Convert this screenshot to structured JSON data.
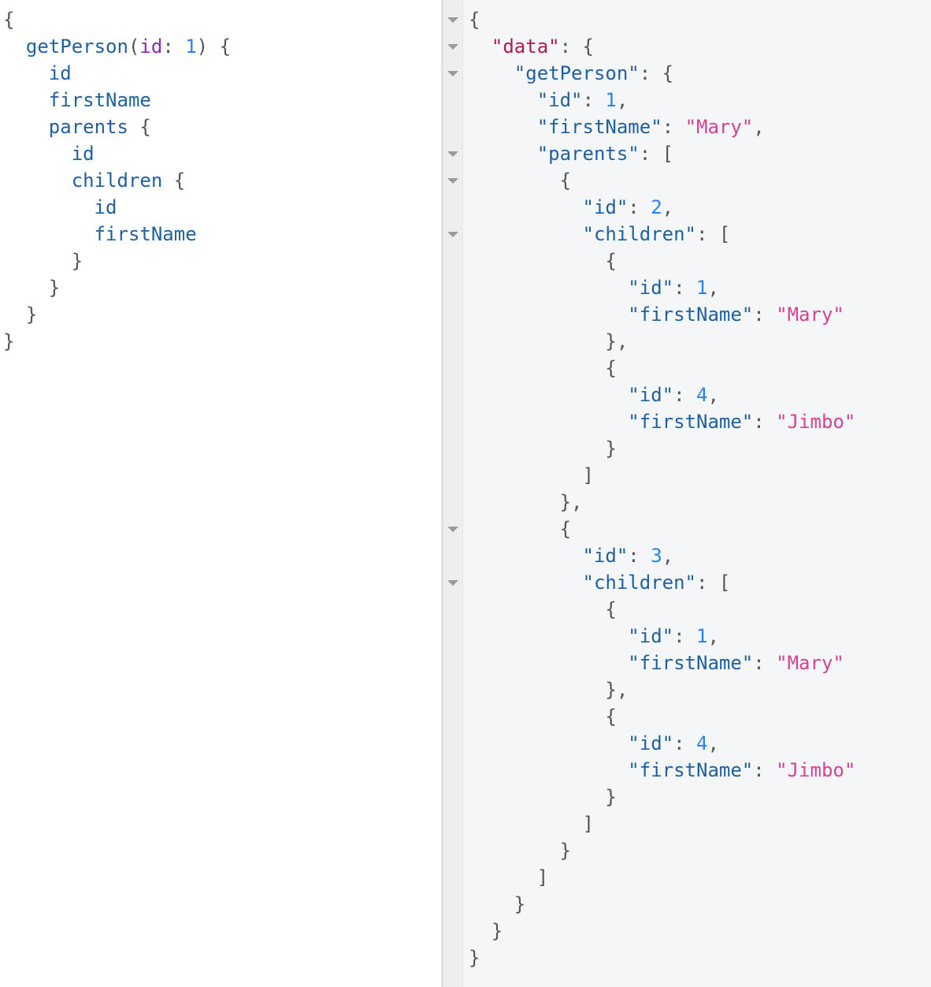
{
  "colors": {
    "field": "#1f61a0",
    "argument": "#8b2bb9",
    "number": "#2882f9",
    "root_key": "#b11a4a",
    "string": "#d64292",
    "punctuation": "#555555",
    "result_background": "#f5f6f8",
    "gutter_background": "#eeeeee"
  },
  "query_editor": {
    "lines": [
      {
        "indent": "",
        "tokens": [
          {
            "t": "{",
            "c": "punct"
          }
        ]
      },
      {
        "indent": "  ",
        "tokens": [
          {
            "t": "getPerson",
            "c": "field"
          },
          {
            "t": "(",
            "c": "punct"
          },
          {
            "t": "id",
            "c": "arg"
          },
          {
            "t": ": ",
            "c": "punct"
          },
          {
            "t": "1",
            "c": "num"
          },
          {
            "t": ") {",
            "c": "punct"
          }
        ]
      },
      {
        "indent": "    ",
        "tokens": [
          {
            "t": "id",
            "c": "field"
          }
        ]
      },
      {
        "indent": "    ",
        "tokens": [
          {
            "t": "firstName",
            "c": "field"
          }
        ]
      },
      {
        "indent": "    ",
        "tokens": [
          {
            "t": "parents",
            "c": "field"
          },
          {
            "t": " {",
            "c": "punct"
          }
        ]
      },
      {
        "indent": "      ",
        "tokens": [
          {
            "t": "id",
            "c": "field"
          }
        ]
      },
      {
        "indent": "      ",
        "tokens": [
          {
            "t": "children",
            "c": "field"
          },
          {
            "t": " {",
            "c": "punct"
          }
        ]
      },
      {
        "indent": "        ",
        "tokens": [
          {
            "t": "id",
            "c": "field"
          }
        ]
      },
      {
        "indent": "        ",
        "tokens": [
          {
            "t": "firstName",
            "c": "field"
          }
        ]
      },
      {
        "indent": "      ",
        "tokens": [
          {
            "t": "}",
            "c": "punct"
          }
        ]
      },
      {
        "indent": "    ",
        "tokens": [
          {
            "t": "}",
            "c": "punct"
          }
        ]
      },
      {
        "indent": "  ",
        "tokens": [
          {
            "t": "}",
            "c": "punct"
          }
        ]
      },
      {
        "indent": "",
        "tokens": [
          {
            "t": "}",
            "c": "punct"
          }
        ]
      }
    ]
  },
  "result_viewer": {
    "fold_markers_at_lines": [
      0,
      1,
      2,
      5,
      6,
      8,
      19,
      21
    ],
    "lines": [
      {
        "indent": "",
        "tokens": [
          {
            "t": "{",
            "c": "punct"
          }
        ]
      },
      {
        "indent": "  ",
        "tokens": [
          {
            "t": "\"data\"",
            "c": "key-root"
          },
          {
            "t": ": {",
            "c": "punct"
          }
        ]
      },
      {
        "indent": "    ",
        "tokens": [
          {
            "t": "\"getPerson\"",
            "c": "key"
          },
          {
            "t": ": {",
            "c": "punct"
          }
        ]
      },
      {
        "indent": "      ",
        "tokens": [
          {
            "t": "\"id\"",
            "c": "key"
          },
          {
            "t": ": ",
            "c": "punct"
          },
          {
            "t": "1",
            "c": "num"
          },
          {
            "t": ",",
            "c": "punct"
          }
        ]
      },
      {
        "indent": "      ",
        "tokens": [
          {
            "t": "\"firstName\"",
            "c": "key"
          },
          {
            "t": ": ",
            "c": "punct"
          },
          {
            "t": "\"Mary\"",
            "c": "str"
          },
          {
            "t": ",",
            "c": "punct"
          }
        ]
      },
      {
        "indent": "      ",
        "tokens": [
          {
            "t": "\"parents\"",
            "c": "key"
          },
          {
            "t": ": [",
            "c": "punct"
          }
        ]
      },
      {
        "indent": "        ",
        "tokens": [
          {
            "t": "{",
            "c": "punct"
          }
        ]
      },
      {
        "indent": "          ",
        "tokens": [
          {
            "t": "\"id\"",
            "c": "key"
          },
          {
            "t": ": ",
            "c": "punct"
          },
          {
            "t": "2",
            "c": "num"
          },
          {
            "t": ",",
            "c": "punct"
          }
        ]
      },
      {
        "indent": "          ",
        "tokens": [
          {
            "t": "\"children\"",
            "c": "key"
          },
          {
            "t": ": [",
            "c": "punct"
          }
        ]
      },
      {
        "indent": "            ",
        "tokens": [
          {
            "t": "{",
            "c": "punct"
          }
        ]
      },
      {
        "indent": "              ",
        "tokens": [
          {
            "t": "\"id\"",
            "c": "key"
          },
          {
            "t": ": ",
            "c": "punct"
          },
          {
            "t": "1",
            "c": "num"
          },
          {
            "t": ",",
            "c": "punct"
          }
        ]
      },
      {
        "indent": "              ",
        "tokens": [
          {
            "t": "\"firstName\"",
            "c": "key"
          },
          {
            "t": ": ",
            "c": "punct"
          },
          {
            "t": "\"Mary\"",
            "c": "str"
          }
        ]
      },
      {
        "indent": "            ",
        "tokens": [
          {
            "t": "},",
            "c": "punct"
          }
        ]
      },
      {
        "indent": "            ",
        "tokens": [
          {
            "t": "{",
            "c": "punct"
          }
        ]
      },
      {
        "indent": "              ",
        "tokens": [
          {
            "t": "\"id\"",
            "c": "key"
          },
          {
            "t": ": ",
            "c": "punct"
          },
          {
            "t": "4",
            "c": "num"
          },
          {
            "t": ",",
            "c": "punct"
          }
        ]
      },
      {
        "indent": "              ",
        "tokens": [
          {
            "t": "\"firstName\"",
            "c": "key"
          },
          {
            "t": ": ",
            "c": "punct"
          },
          {
            "t": "\"Jimbo\"",
            "c": "str"
          }
        ]
      },
      {
        "indent": "            ",
        "tokens": [
          {
            "t": "}",
            "c": "punct"
          }
        ]
      },
      {
        "indent": "          ",
        "tokens": [
          {
            "t": "]",
            "c": "punct"
          }
        ]
      },
      {
        "indent": "        ",
        "tokens": [
          {
            "t": "},",
            "c": "punct"
          }
        ]
      },
      {
        "indent": "        ",
        "tokens": [
          {
            "t": "{",
            "c": "punct"
          }
        ]
      },
      {
        "indent": "          ",
        "tokens": [
          {
            "t": "\"id\"",
            "c": "key"
          },
          {
            "t": ": ",
            "c": "punct"
          },
          {
            "t": "3",
            "c": "num"
          },
          {
            "t": ",",
            "c": "punct"
          }
        ]
      },
      {
        "indent": "          ",
        "tokens": [
          {
            "t": "\"children\"",
            "c": "key"
          },
          {
            "t": ": [",
            "c": "punct"
          }
        ]
      },
      {
        "indent": "            ",
        "tokens": [
          {
            "t": "{",
            "c": "punct"
          }
        ]
      },
      {
        "indent": "              ",
        "tokens": [
          {
            "t": "\"id\"",
            "c": "key"
          },
          {
            "t": ": ",
            "c": "punct"
          },
          {
            "t": "1",
            "c": "num"
          },
          {
            "t": ",",
            "c": "punct"
          }
        ]
      },
      {
        "indent": "              ",
        "tokens": [
          {
            "t": "\"firstName\"",
            "c": "key"
          },
          {
            "t": ": ",
            "c": "punct"
          },
          {
            "t": "\"Mary\"",
            "c": "str"
          }
        ]
      },
      {
        "indent": "            ",
        "tokens": [
          {
            "t": "},",
            "c": "punct"
          }
        ]
      },
      {
        "indent": "            ",
        "tokens": [
          {
            "t": "{",
            "c": "punct"
          }
        ]
      },
      {
        "indent": "              ",
        "tokens": [
          {
            "t": "\"id\"",
            "c": "key"
          },
          {
            "t": ": ",
            "c": "punct"
          },
          {
            "t": "4",
            "c": "num"
          },
          {
            "t": ",",
            "c": "punct"
          }
        ]
      },
      {
        "indent": "              ",
        "tokens": [
          {
            "t": "\"firstName\"",
            "c": "key"
          },
          {
            "t": ": ",
            "c": "punct"
          },
          {
            "t": "\"Jimbo\"",
            "c": "str"
          }
        ]
      },
      {
        "indent": "            ",
        "tokens": [
          {
            "t": "}",
            "c": "punct"
          }
        ]
      },
      {
        "indent": "          ",
        "tokens": [
          {
            "t": "]",
            "c": "punct"
          }
        ]
      },
      {
        "indent": "        ",
        "tokens": [
          {
            "t": "}",
            "c": "punct"
          }
        ]
      },
      {
        "indent": "      ",
        "tokens": [
          {
            "t": "]",
            "c": "punct"
          }
        ]
      },
      {
        "indent": "    ",
        "tokens": [
          {
            "t": "}",
            "c": "punct"
          }
        ]
      },
      {
        "indent": "  ",
        "tokens": [
          {
            "t": "}",
            "c": "punct"
          }
        ]
      },
      {
        "indent": "",
        "tokens": [
          {
            "t": "}",
            "c": "punct"
          }
        ]
      }
    ]
  }
}
